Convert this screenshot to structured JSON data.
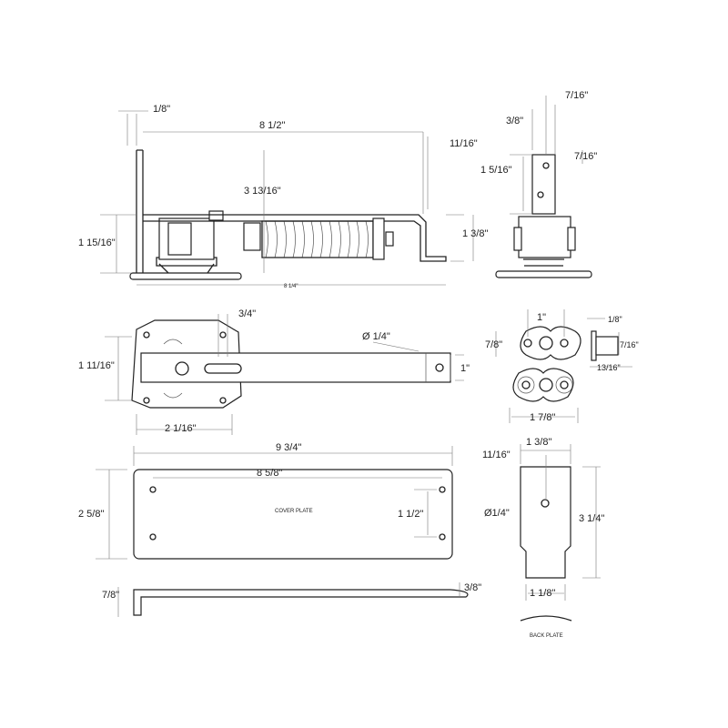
{
  "side_view": {
    "d_1_8": "1/8\"",
    "d_8_1_2": "8 1/2\"",
    "d_11_16": "11/16\"",
    "d_3_13_16": "3 13/16\"",
    "d_1_15_16": "1 15/16\"",
    "d_1_3_8": "1 3/8\"",
    "d_8_1_4": "8 1/4\""
  },
  "end_view": {
    "d_7_16_top": "7/16\"",
    "d_3_8": "3/8\"",
    "d_7_16_side": "7/16\"",
    "d_1_5_16": "1 5/16\""
  },
  "top_view": {
    "d_3_4": "3/4\"",
    "d_dia_1_4": "Ø 1/4\"",
    "d_1": "1\"",
    "d_1_11_16": "1 11/16\"",
    "d_2_1_16": "2 1/16\""
  },
  "washers": {
    "d_1": "1\"",
    "d_7_8": "7/8\"",
    "d_1_7_8": "1 7/8\""
  },
  "pin": {
    "d_1_8": "1/8\"",
    "d_7_16": "7/16\"",
    "d_13_16": "13/16\""
  },
  "cover_plate": {
    "label": "COVER PLATE",
    "d_9_3_4": "9 3/4\"",
    "d_8_5_8": "8 5/8\"",
    "d_2_5_8": "2 5/8\"",
    "d_1_1_2": "1 1/2\"",
    "d_7_8": "7/8\"",
    "d_3_8": "3/8\""
  },
  "back_plate": {
    "label": "BACK PLATE",
    "d_1_3_8": "1 3/8\"",
    "d_11_16": "11/16\"",
    "d_dia_1_4": "Ø1/4\"",
    "d_3_1_4": "3 1/4\"",
    "d_1_1_8": "1 1/8\""
  }
}
